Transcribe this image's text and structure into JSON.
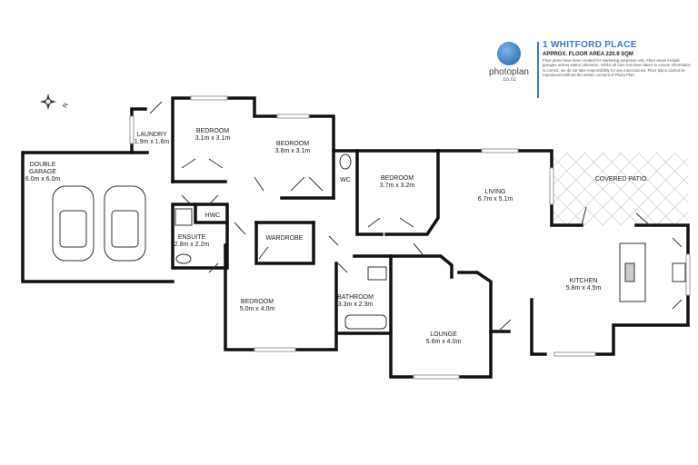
{
  "header": {
    "title": "1 WHITFORD PLACE",
    "floor_area": "APPROX. FLOOR AREA 220.9 SQM",
    "disclaimer": "Floor plans have been created for marketing purposes only. Floor areas include garages unless stated otherwise. Whilst all care has been taken to ensure information is correct, we do not take responsibility for any inaccuracies. Floor plans cannot be reproduced without the written consent of Photo Plan.",
    "brand": "photoplan",
    "brand_domain": ".co.nz",
    "accent_color": "#3a7abf"
  },
  "compass": {
    "icon": "compass-rose-icon",
    "label": "N"
  },
  "rooms": {
    "garage": {
      "name_line1": "DOUBLE",
      "name_line2": "GARAGE",
      "size": "6.0m x 6.0m"
    },
    "laundry": {
      "name": "LAUNDRY",
      "size": "1.9m x 1.6m"
    },
    "bedroom1": {
      "name": "BEDROOM",
      "size": "3.1m x 3.1m"
    },
    "bedroom2": {
      "name": "BEDROOM",
      "size": "3.8m x 3.1m"
    },
    "wc": {
      "name": "WC"
    },
    "bedroom3": {
      "name": "BEDROOM",
      "size": "3.7m x 3.2m"
    },
    "living": {
      "name": "LIVING",
      "size": "6.7m x 5.1m"
    },
    "patio": {
      "name": "COVERED PATIO"
    },
    "hwc": {
      "name": "HWC"
    },
    "ensuite": {
      "name": "ENSUITE",
      "size": "2.8m x 2.2m"
    },
    "wardrobe": {
      "name": "WARDROBE"
    },
    "bedroom4": {
      "name": "BEDROOM",
      "size": "5.0m x 4.0m"
    },
    "bathroom": {
      "name": "BATHROOM",
      "size": "3.3m x 2.3m"
    },
    "lounge": {
      "name": "LOUNGE",
      "size": "5.6m x 4.0m"
    },
    "kitchen": {
      "name": "KITCHEN",
      "size": "5.8m x 4.5m"
    }
  }
}
